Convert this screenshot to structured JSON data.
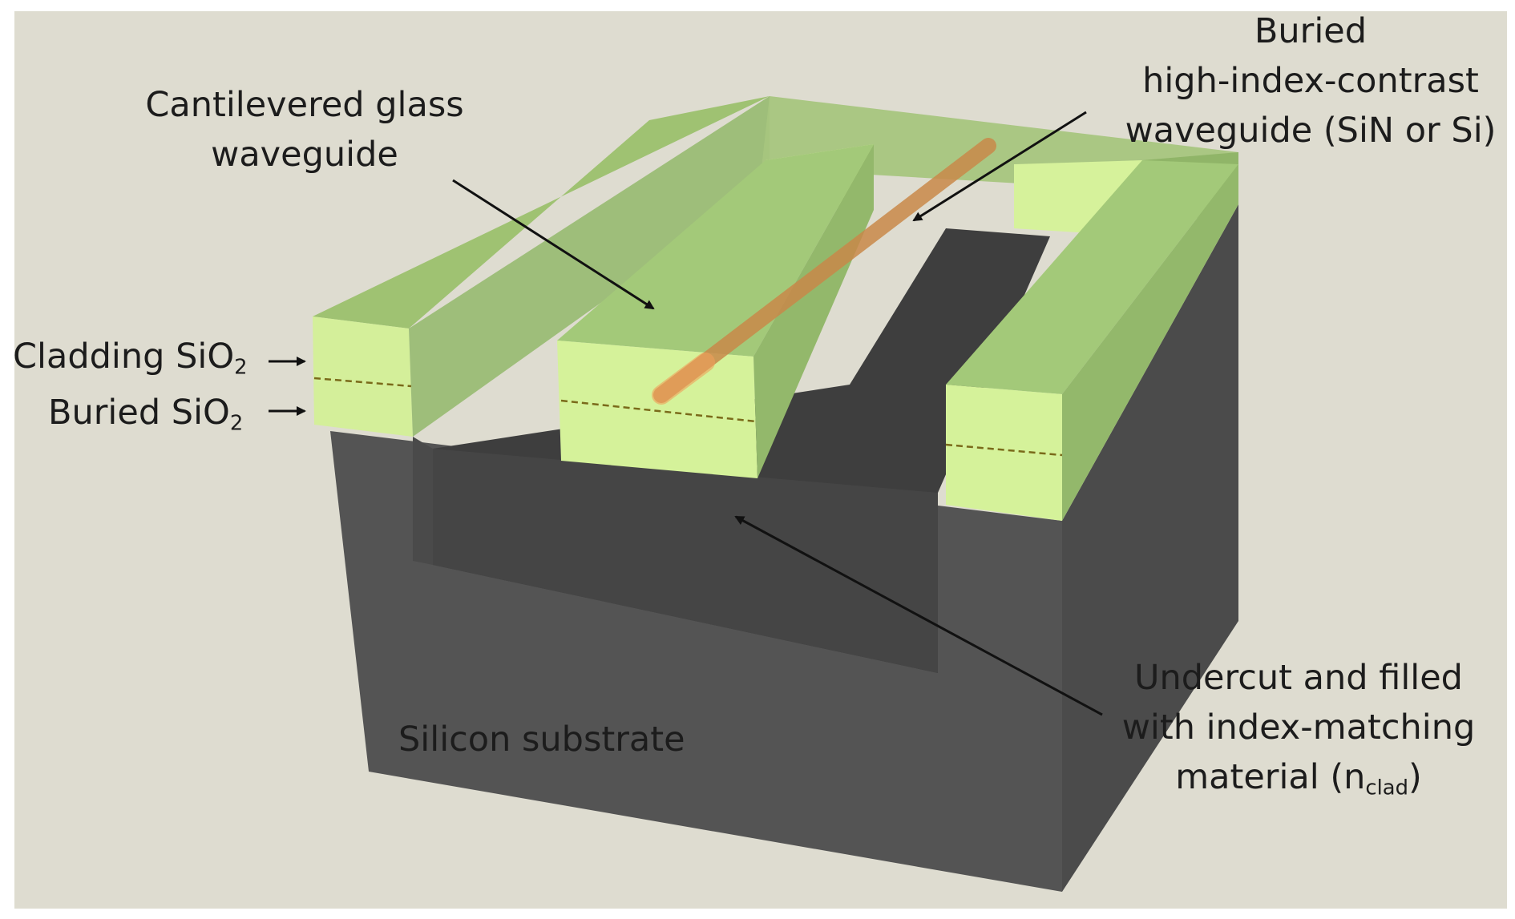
{
  "labels": {
    "buried_waveguide": [
      "Buried",
      "high-index-contrast",
      "waveguide (SiN or Si)"
    ],
    "cantilevered": [
      "Cantilevered glass",
      "waveguide"
    ],
    "cladding_main": "Cladding SiO",
    "cladding_sub": "2",
    "buried_sio2_main": "Buried SiO",
    "buried_sio2_sub": "2",
    "substrate": "Silicon substrate",
    "undercut": [
      "Undercut and filled",
      "with index-matching"
    ],
    "undercut_line3_main": "material (n",
    "undercut_line3_sub": "clad",
    "undercut_line3_end": ")"
  },
  "colors": {
    "background": "#dedcd0",
    "glass_light": "#d5f29a",
    "glass_mid": "#a3c979",
    "glass_top": "#9fc272",
    "substrate_front": "#545454",
    "substrate_side": "#4a4a4a",
    "trench": "#3f3f3f",
    "core": "#c9894a"
  }
}
